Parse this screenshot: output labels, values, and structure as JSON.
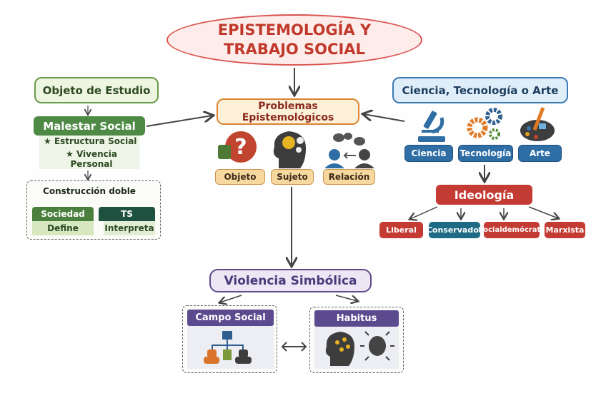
{
  "title": {
    "line1": "EPISTEMOLOGÍA Y",
    "line2": "TRABAJO SOCIAL"
  },
  "left": {
    "objeto": "Objeto de Estudio",
    "malestar": "Malestar Social",
    "items": [
      "Estructura Social",
      "Vivencia Personal"
    ],
    "bullet": "★",
    "construccion": "Construcción doble",
    "sociedad": {
      "label": "Sociedad",
      "sub": "Define"
    },
    "ts": {
      "label": "TS",
      "sub": "Interpreta"
    }
  },
  "center": {
    "problemas": "Problemas Epistemológicos",
    "tags": [
      "Objeto",
      "Sujeto",
      "Relación"
    ],
    "icons": [
      "puzzle-question-icon",
      "head-gears-icon",
      "people-dialogue-icon"
    ]
  },
  "right": {
    "header": "Ciencia, Tecnología o Arte",
    "items": [
      "Ciencia",
      "Tecnología",
      "Arte"
    ],
    "icons": [
      "microscope-icon",
      "gears-icon",
      "palette-icon"
    ],
    "ideologia": "Ideología",
    "ideologies": [
      "Liberal",
      "Conservador",
      "Socialdemócrata",
      "Marxista"
    ]
  },
  "bottom": {
    "violencia": "Violencia Simbólica",
    "campo": "Campo Social",
    "habitus": "Habitus"
  },
  "colors": {
    "title": "#c0392b",
    "green": "#4e8a45",
    "blue": "#2f6ea5",
    "red": "#c33b33",
    "teal": "#1f6b86",
    "purple": "#5c4a8f",
    "orange": "#d9842f"
  }
}
